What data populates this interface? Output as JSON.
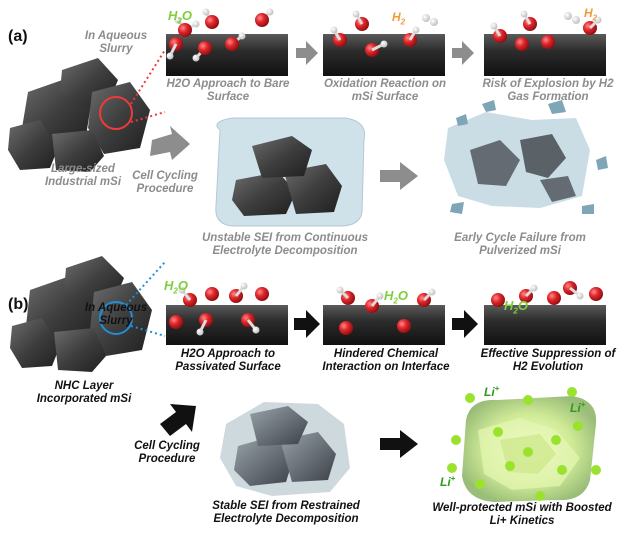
{
  "panel_a": {
    "label": "(a)",
    "slurry": "In Aqueous Slurry",
    "particle_caption": "Large-sized Industrial mSi",
    "h2o_tag": "H",
    "h2o_sub": "2",
    "h2o_tail": "O",
    "h2_tag": "H",
    "h2_sub": "2",
    "step1": "H2O Approach to Bare Surface",
    "step2": "Oxidation Reaction on mSi Surface",
    "step3": "Risk of Explosion by H2 Gas Formation",
    "cycling": "Cell Cycling Procedure",
    "sei": "Unstable SEI from Continuous Electrolyte Decomposition",
    "failure": "Early Cycle Failure from Pulverized mSi"
  },
  "panel_b": {
    "label": "(b)",
    "slurry": "In Aqueous Slurry",
    "particle_caption": "NHC Layer Incorporated mSi",
    "step1": "H2O Approach to Passivated Surface",
    "step2": "Hindered Chemical Interaction on Interface",
    "step3": "Effective Suppression of H2 Evolution",
    "cycling": "Cell Cycling Procedure",
    "sei": "Stable SEI from Restrained Electrolyte Decomposition",
    "result": "Well-protected mSi with Boosted Li+ Kinetics",
    "li_label": "Li",
    "li_sup": "+"
  },
  "colors": {
    "water_o": "#e0262a",
    "water_h": "#f2f2f2",
    "grey_arrow": "#8d8d8d",
    "black_arrow": "#111111",
    "circle_a": "#ee3a3a",
    "circle_b": "#1f8fd6",
    "li_dot": "#9be22f"
  }
}
